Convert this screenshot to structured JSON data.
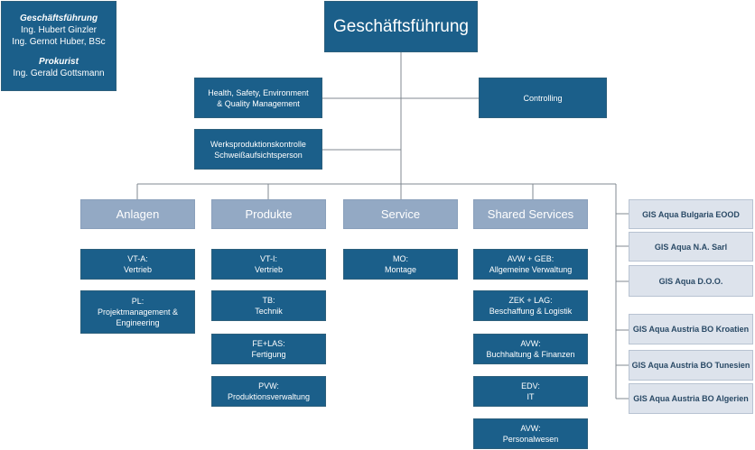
{
  "info": {
    "mgmt_title": "Geschäftsführung",
    "mgmt_names": [
      "Ing. Hubert Ginzler",
      "Ing. Gernot Huber, BSc"
    ],
    "proc_title": "Prokurist",
    "proc_names": [
      "Ing. Gerald Gottsmann"
    ]
  },
  "top": "Geschäftsführung",
  "staff": {
    "hse": [
      "Health, Safety, Environment",
      "& Quality Management"
    ],
    "controlling": "Controlling",
    "werks": [
      "Werksproduktionskontrolle",
      "Schweißaufsichtsperson"
    ]
  },
  "departments": [
    {
      "name": "Anlagen",
      "units": [
        [
          "VT-A:",
          "Vertrieb"
        ],
        [
          "PL:",
          "Projektmanagement &",
          "Engineering"
        ]
      ]
    },
    {
      "name": "Produkte",
      "units": [
        [
          "VT-I:",
          "Vertrieb"
        ],
        [
          "TB:",
          "Technik"
        ],
        [
          "FE+LAS:",
          "Fertigung"
        ],
        [
          "PVW:",
          "Produktionsverwaltung"
        ]
      ]
    },
    {
      "name": "Service",
      "units": [
        [
          "MO:",
          "Montage"
        ]
      ]
    },
    {
      "name": "Shared Services",
      "units": [
        [
          "AVW + GEB:",
          "Allgemeine Verwaltung"
        ],
        [
          "ZEK + LAG:",
          "Beschaffung & Logistik"
        ],
        [
          "AVW:",
          "Buchhaltung & Finanzen"
        ],
        [
          "EDV:",
          "IT"
        ],
        [
          "AVW:",
          "Personalwesen"
        ]
      ]
    }
  ],
  "subsidiaries": [
    "GIS Aqua Bulgaria EOOD",
    "GIS Aqua N.A. Sarl",
    "GIS Aqua D.O.O.",
    "GIS Aqua Austria BO Kroatien",
    "GIS Aqua Austria BO Tunesien",
    "GIS Aqua Austria BO Algerien"
  ]
}
